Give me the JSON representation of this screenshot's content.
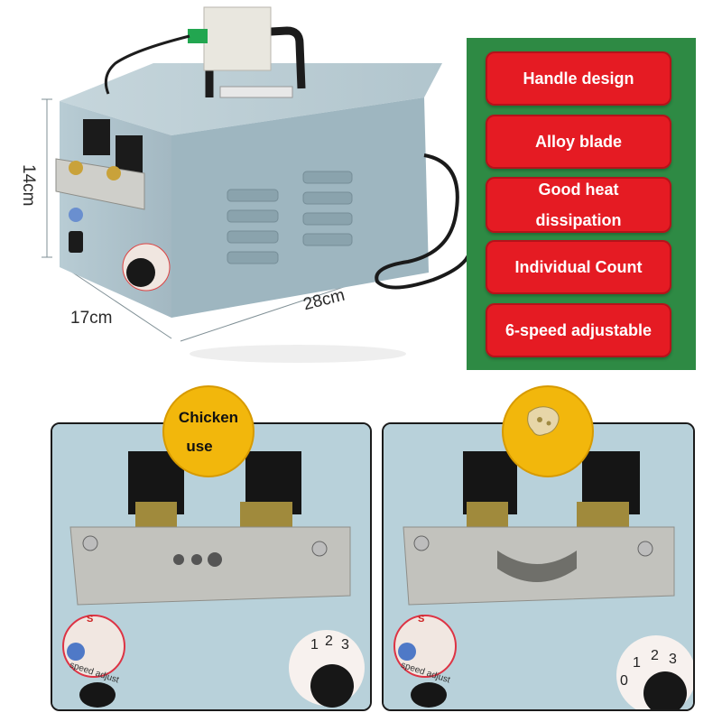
{
  "dimensions": {
    "height": "14cm",
    "depth": "17cm",
    "width": "28cm"
  },
  "features": [
    "Handle design",
    "Alloy blade",
    "Good heat dissipation",
    "Individual Count",
    "6-speed adjustable"
  ],
  "left_detail": {
    "callout_line1": "Chicken",
    "callout_line2": "use",
    "dial_numbers": [
      "1",
      "2",
      "3"
    ],
    "speed_label": "speed adjust"
  },
  "right_detail": {
    "dial_numbers": [
      "0",
      "1",
      "2",
      "3"
    ],
    "speed_label": "speed adjust"
  },
  "colors": {
    "panel_green": "#2e8a44",
    "badge_red": "#e51b23",
    "machine_body": "#9eb6c0",
    "callout_yellow": "#f2b70c"
  }
}
